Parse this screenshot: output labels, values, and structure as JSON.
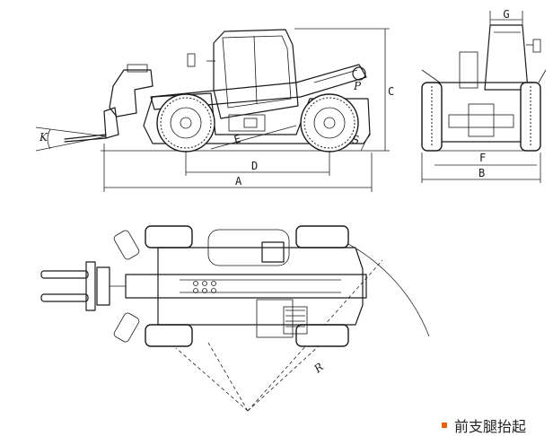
{
  "labels": {
    "A": "A",
    "B": "B",
    "C": "C",
    "D": "D",
    "E": "E",
    "F": "F",
    "G": "G",
    "R": "R",
    "P": "P",
    "K": "K",
    "S": "S"
  },
  "caption": {
    "text": "前支腿抬起",
    "bullet_color": "#e8620e"
  }
}
